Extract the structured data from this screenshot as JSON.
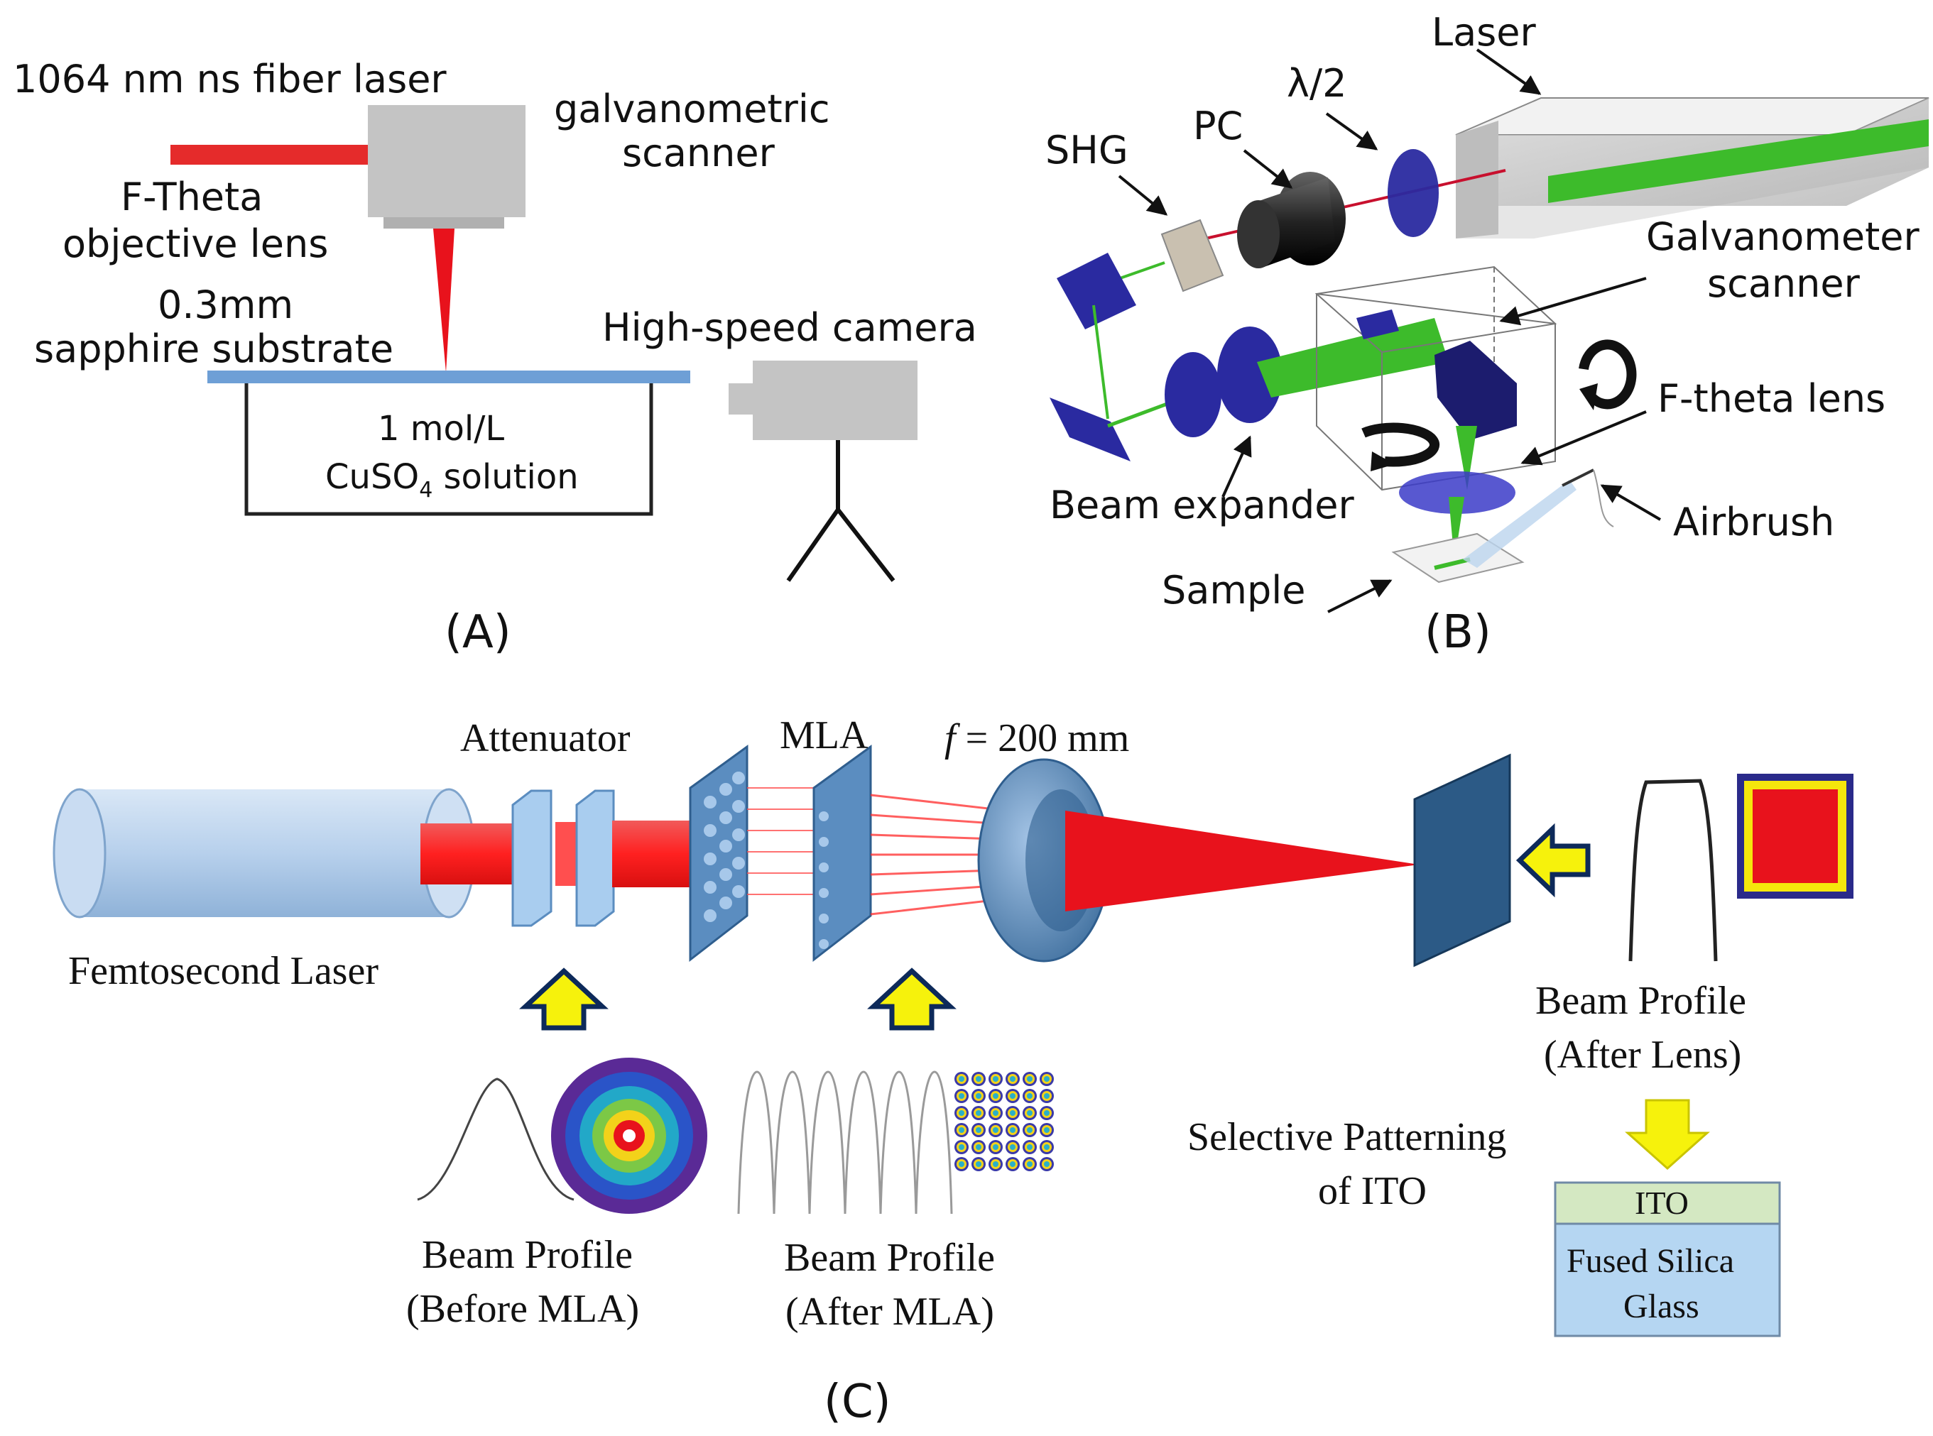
{
  "panel_a": {
    "laser_label": "1064 nm ns fiber laser",
    "scanner_label_1": "galvanometric",
    "scanner_label_2": "scanner",
    "lens_label_1": "F-Theta",
    "lens_label_2": "objective lens",
    "substrate_label_1": "0.3mm",
    "substrate_label_2": "sapphire substrate",
    "camera_label": "High-speed camera",
    "solution_label_1": "1 mol/L",
    "solution_label_2a": "CuSO",
    "solution_label_2sub": "4",
    "solution_label_2b": " solution",
    "caption": "(A)"
  },
  "panel_b": {
    "laser_label": "Laser",
    "half_wave_label": "λ/2",
    "pc_label": "PC",
    "shg_label": "SHG",
    "galvo_label_1": "Galvanometer",
    "galvo_label_2": "scanner",
    "ftheta_label": "F-theta lens",
    "expander_label": "Beam expander",
    "airbrush_label": "Airbrush",
    "sample_label": "Sample",
    "caption": "(B)"
  },
  "panel_c": {
    "attenuator_label": "Attenuator",
    "mla_label": "MLA",
    "focal_label_f": "f",
    "focal_label_rest": " = 200 mm",
    "laser_label": "Femtosecond Laser",
    "profile_before_1": "Beam Profile",
    "profile_before_2": "(Before MLA)",
    "profile_after_mla_1": "Beam Profile",
    "profile_after_mla_2": "(After MLA)",
    "profile_after_lens_1": "Beam Profile",
    "profile_after_lens_2": "(After Lens)",
    "selective_1": "Selective Patterning",
    "selective_2": "of ITO",
    "ito_label": "ITO",
    "glass_label_1": "Fused Silica",
    "glass_label_2": "Glass",
    "caption": "(C)"
  },
  "colors": {
    "laser_red": "#e8121c",
    "beam_green": "#3dbb2b",
    "optic_blue": "#2a2aa0",
    "substrate_blue": "#6e9fd6",
    "arrow_yellow": "#f6f20c",
    "arrow_outline": "#0d2a5a",
    "ito_green": "#d4e8c2",
    "glass_blue": "#b5d6f2"
  }
}
